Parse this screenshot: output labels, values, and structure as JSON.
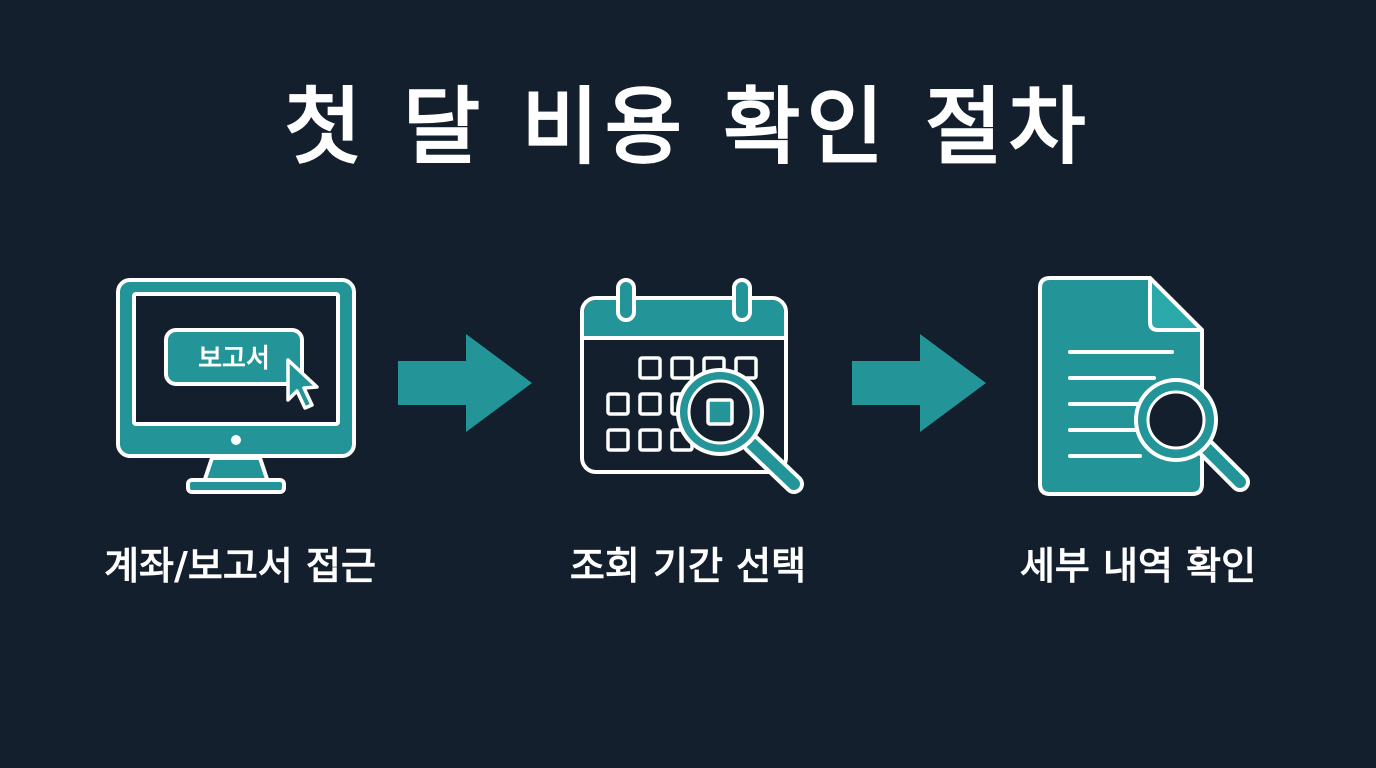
{
  "title": "첫 달 비용 확인 절차",
  "steps": [
    {
      "label": "계좌/보고서 접근",
      "icon": "computer-monitor-icon",
      "badge": "보고서"
    },
    {
      "label": "조회 기간 선택",
      "icon": "calendar-search-icon"
    },
    {
      "label": "세부 내역 확인",
      "icon": "document-search-icon"
    }
  ],
  "colors": {
    "background": "#131f2d",
    "accent": "#239497",
    "outline": "#ffffff"
  }
}
